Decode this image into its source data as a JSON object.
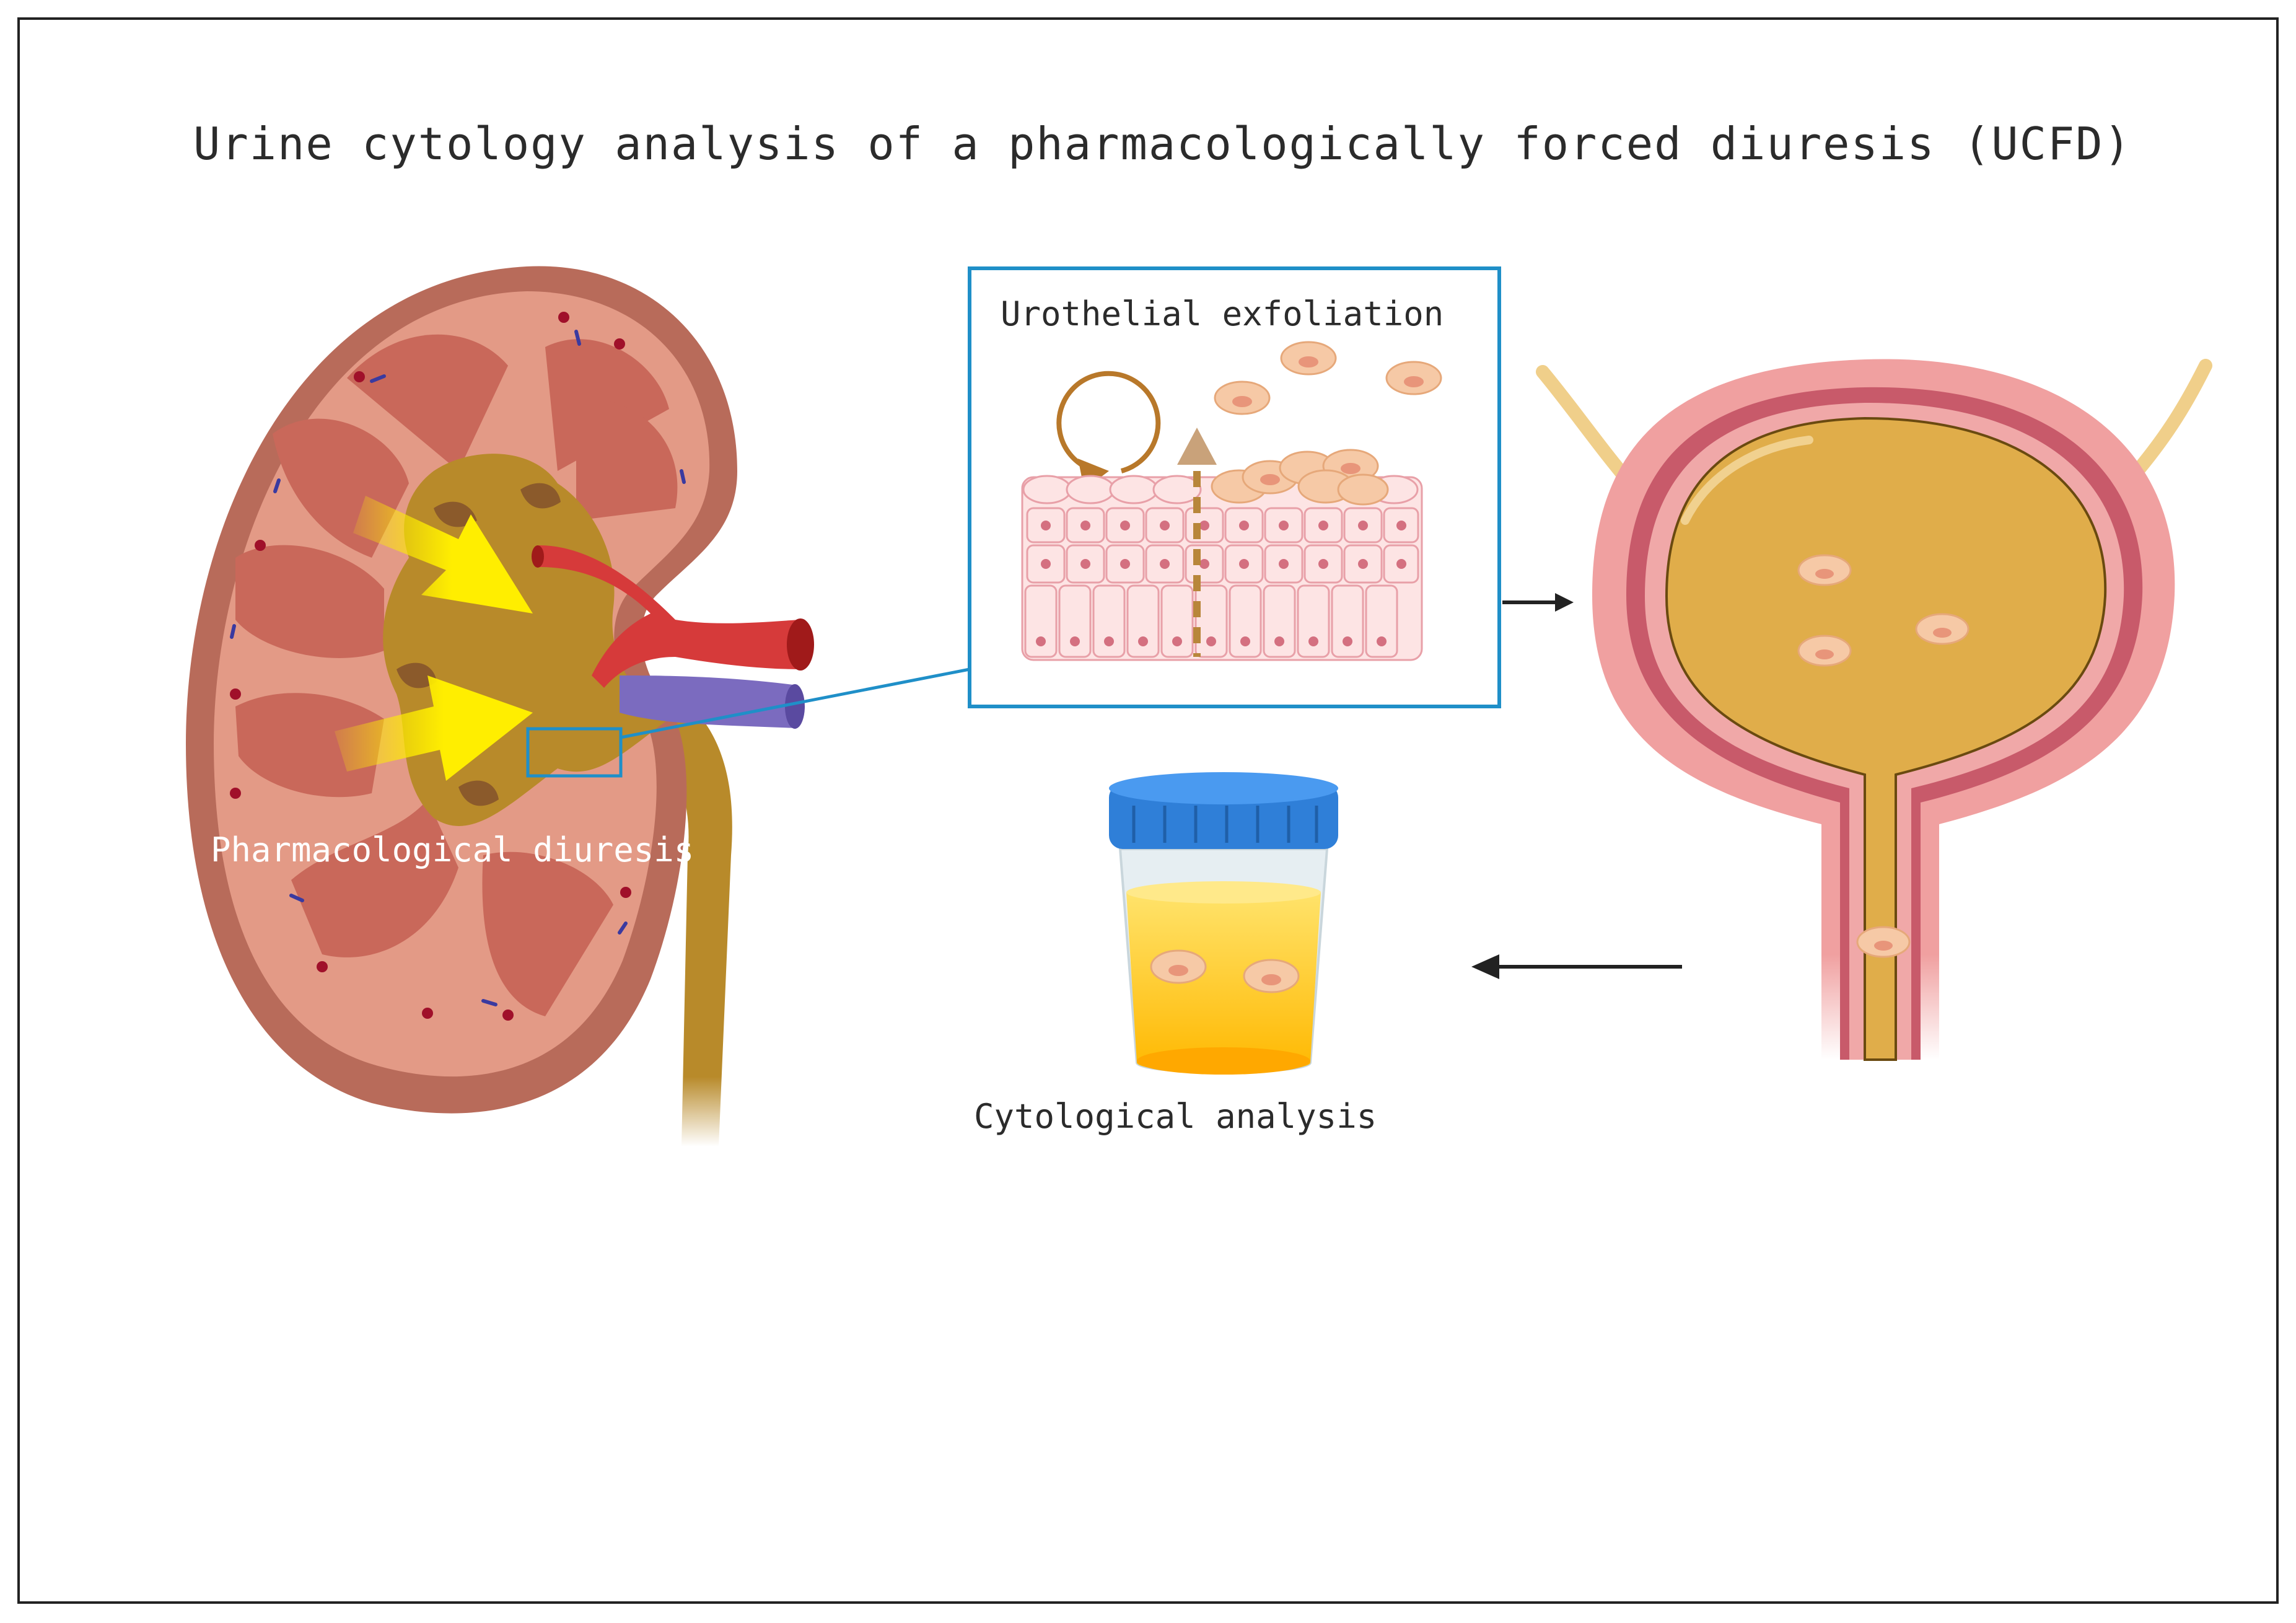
{
  "title": "Urine cytology analysis of a pharmacologically forced diuresis (UCFD)",
  "labels": {
    "kidney": "Pharmacological diuresis",
    "inset": "Urothelial exfoliation",
    "cup": "Cytological analysis"
  },
  "colors": {
    "kidney_cortex": "#e39a86",
    "kidney_outer": "#b86b5a",
    "pyramid": "#c9685a",
    "pelvis": "#b88a2a",
    "artery": "#d63a3a",
    "vein": "#7b6bbf",
    "diuresis_arrow": "#ffee00",
    "inset_border": "#1f8fc8",
    "bladder_wall": "#f0a0a0",
    "urine": "#e0ad4a",
    "cup_lid": "#2f7fd8",
    "cup_urine": "#ffc800",
    "cell": "#f6c9a6"
  },
  "icons": [
    "kidney-illustration",
    "bladder-illustration",
    "urine-cup-illustration",
    "rotate-arrow-icon",
    "exfoliation-up-arrow-icon"
  ]
}
